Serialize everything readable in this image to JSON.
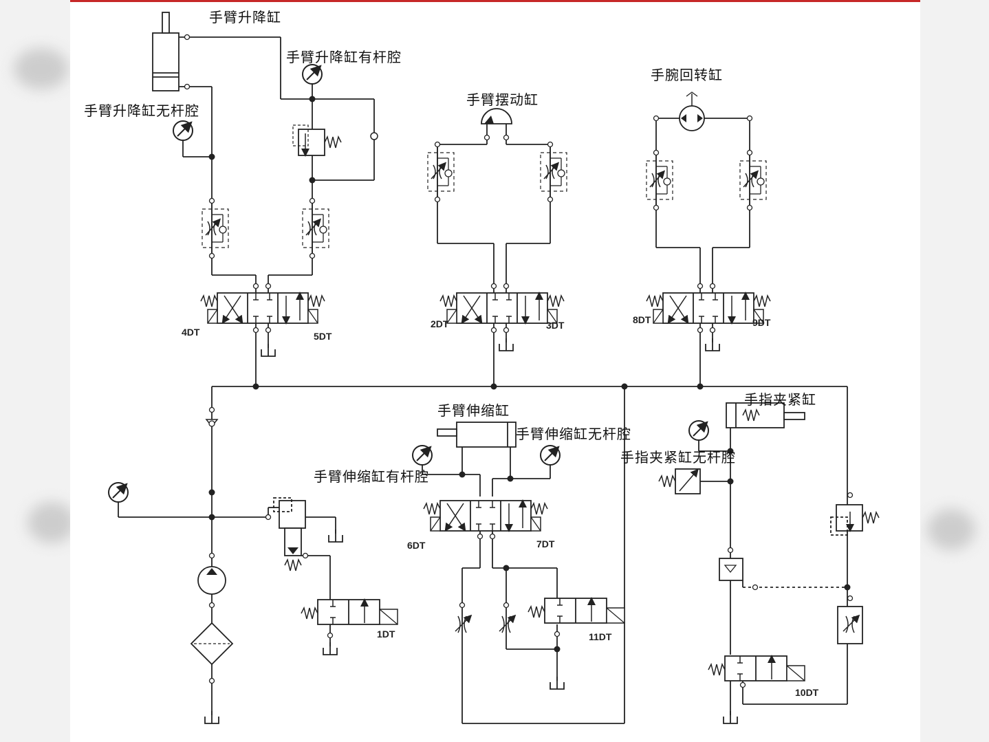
{
  "colors": {
    "line": "#222222",
    "accent_bar": "#c62828",
    "background": "#ffffff",
    "side_panel": "#f2f2f2"
  },
  "labels": {
    "lift_cylinder": "手臂升降缸",
    "lift_rod_chamber": "手臂升降缸有杆腔",
    "lift_rodless_chamber": "手臂升降缸无杆腔",
    "swing_cylinder": "手臂摆动缸",
    "wrist_rotary_cylinder": "手腕回转缸",
    "extend_cylinder": "手臂伸缩缸",
    "extend_rodless_chamber": "手臂伸缩缸无杆腔",
    "extend_rod_chamber": "手臂伸缩缸有杆腔",
    "finger_clamp_cylinder": "手指夹紧缸",
    "finger_rodless_chamber": "手指夹紧缸无杆腔"
  },
  "solenoids": {
    "dt1": "1DT",
    "dt2": "2DT",
    "dt3": "3DT",
    "dt4": "4DT",
    "dt5": "5DT",
    "dt6": "6DT",
    "dt7": "7DT",
    "dt8": "8DT",
    "dt9": "9DT",
    "dt10": "10DT",
    "dt11": "11DT"
  }
}
